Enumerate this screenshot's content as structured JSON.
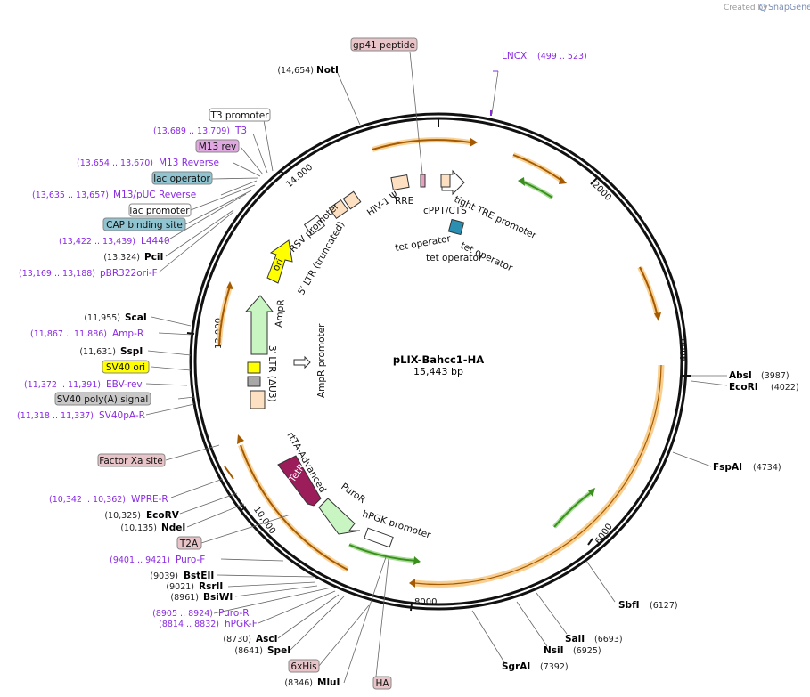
{
  "credit": "Created by",
  "brand": "SnapGene",
  "plasmid": {
    "name": "pLIX-Bahcc1-HA",
    "size": "15,443 bp"
  },
  "ticks": [
    "2000",
    "4000",
    "6000",
    "8000",
    "10,000",
    "12,000",
    "14,000"
  ],
  "enzymes": [
    {
      "pos": "(14,654)",
      "name": "NotI"
    },
    {
      "pos": "(13,324)",
      "name": "PciI"
    },
    {
      "pos": "(11,955)",
      "name": "ScaI"
    },
    {
      "pos": "(11,631)",
      "name": "SspI"
    },
    {
      "pos": "(10,325)",
      "name": "EcoRV"
    },
    {
      "pos": "(10,135)",
      "name": "NdeI"
    },
    {
      "pos": "(9039)",
      "name": "BstEII"
    },
    {
      "pos": "(9021)",
      "name": "RsrII"
    },
    {
      "pos": "(8961)",
      "name": "BsiWI"
    },
    {
      "pos": "(8730)",
      "name": "AscI"
    },
    {
      "pos": "(8641)",
      "name": "SpeI"
    },
    {
      "pos": "(8346)",
      "name": "MluI"
    },
    {
      "pos": "(3987)",
      "name": "AbsI"
    },
    {
      "pos": "(4022)",
      "name": "EcoRI"
    },
    {
      "pos": "(4734)",
      "name": "FspAI"
    },
    {
      "pos": "(6127)",
      "name": "SbfI"
    },
    {
      "pos": "(6693)",
      "name": "SalI"
    },
    {
      "pos": "(6925)",
      "name": "NsiI"
    },
    {
      "pos": "(7392)",
      "name": "SgrAI"
    }
  ],
  "primers": [
    {
      "pos": "(13,689 .. 13,709)",
      "name": "T3"
    },
    {
      "pos": "(13,654 .. 13,670)",
      "name": "M13 Reverse"
    },
    {
      "pos": "(13,635 .. 13,657)",
      "name": "M13/pUC Reverse"
    },
    {
      "pos": "(13,422 .. 13,439)",
      "name": "L4440"
    },
    {
      "pos": "(13,169 .. 13,188)",
      "name": "pBR322ori-F"
    },
    {
      "pos": "(11,867 .. 11,886)",
      "name": "Amp-R"
    },
    {
      "pos": "(11,372 .. 11,391)",
      "name": "EBV-rev"
    },
    {
      "pos": "(11,318 .. 11,337)",
      "name": "SV40pA-R"
    },
    {
      "pos": "(10,342 .. 10,362)",
      "name": "WPRE-R"
    },
    {
      "pos": "(9401 .. 9421)",
      "name": "Puro-F"
    },
    {
      "pos": "(8905 .. 8924)",
      "name": "Puro-R"
    },
    {
      "pos": "(8814 .. 8832)",
      "name": "hPGK-F"
    },
    {
      "pos": "(499 .. 523)",
      "name": "LNCX"
    }
  ],
  "boxed_features": {
    "gp41": "gp41 peptide",
    "t3prom": "T3 promoter",
    "m13rev": "M13 rev",
    "lacop": "lac operator",
    "lacprom": "lac promoter",
    "cap": "CAP binding site",
    "sv40ori": "SV40 ori",
    "sv40pa": "SV40 poly(A) signal",
    "factorxa": "Factor Xa site",
    "t2a": "T2A",
    "his": "6xHis",
    "ha": "HA"
  },
  "inner_features": {
    "hiv": "HIV-1 Ψ",
    "rre": "RRE",
    "cppt": "cPPT/CTS",
    "tre": "tight TRE promoter",
    "tetop1": "tet operator",
    "tetop2": "tet operator",
    "tetop3": "tet operator",
    "rsv": "RSV promoter",
    "ltr5": "5′ LTR (truncated)",
    "ori": "ori",
    "ampr": "AmpR",
    "ampprom": "AmpR promoter",
    "ltr3": "3′ LTR (ΔU3)",
    "rtta": "rtTA-Advanced",
    "rtetr": "rTetR",
    "puror": "PuroR",
    "hpgk": "hPGK promoter"
  },
  "colors": {
    "backbone": "#111111",
    "orange_arrow": "#f4a23a",
    "orange_stroke": "#a55a00",
    "green_arrow": "#3a8f1c",
    "primer": "#8a2be2",
    "yellow": "#ffff00",
    "pink_box": "#e8c4c8",
    "blue_box": "#8fc4d0",
    "gray_box": "#c8c8c8",
    "purple_box": "#e0a8e0",
    "ampr_fill": "#c9f5c3",
    "rtta_fill": "#9b1d5a"
  }
}
